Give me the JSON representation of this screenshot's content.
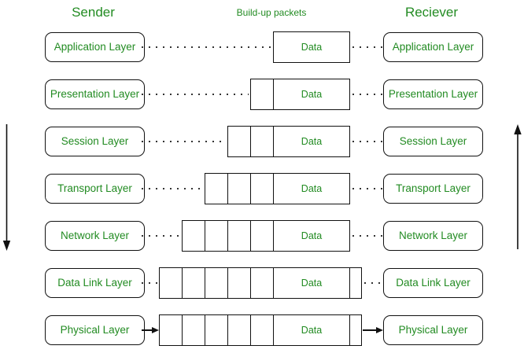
{
  "headings": {
    "sender": "Sender",
    "packets": "Build-up packets",
    "receiver": "Reciever"
  },
  "packet_data_label": "Data",
  "colors": {
    "text_green": "#228B22",
    "line_black": "#111111",
    "dot_gray": "#333333"
  },
  "layers": [
    {
      "id": "application",
      "label": "Application Layer",
      "header_cells": 0,
      "trailer_cell": false,
      "connector": "dotted"
    },
    {
      "id": "presentation",
      "label": "Presentation Layer",
      "header_cells": 1,
      "trailer_cell": false,
      "connector": "dotted"
    },
    {
      "id": "session",
      "label": "Session Layer",
      "header_cells": 2,
      "trailer_cell": false,
      "connector": "dotted"
    },
    {
      "id": "transport",
      "label": "Transport Layer",
      "header_cells": 3,
      "trailer_cell": false,
      "connector": "dotted"
    },
    {
      "id": "network",
      "label": "Network Layer",
      "header_cells": 4,
      "trailer_cell": false,
      "connector": "dotted"
    },
    {
      "id": "datalink",
      "label": "Data Link Layer",
      "header_cells": 5,
      "trailer_cell": true,
      "connector": "dotted"
    },
    {
      "id": "physical",
      "label": "Physical Layer",
      "header_cells": 5,
      "trailer_cell": true,
      "connector": "arrow"
    }
  ]
}
